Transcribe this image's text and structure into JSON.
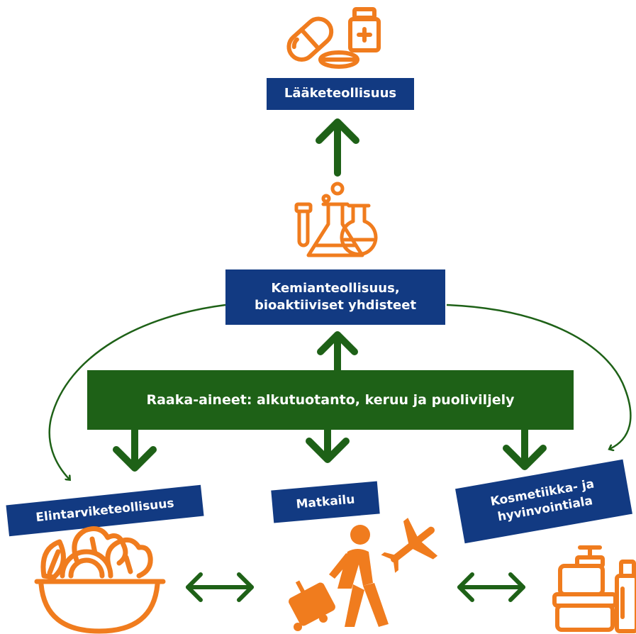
{
  "colors": {
    "navy": "#123a82",
    "green": "#1e6117",
    "orange": "#f07c1e",
    "white": "#ffffff"
  },
  "nodes": {
    "pharma": {
      "label": "Lääketeollisuus",
      "icon": "medicine-icon"
    },
    "chemical": {
      "line1": "Kemianteollisuus,",
      "line2": "bioaktiiviset yhdisteet",
      "icon": "lab-flasks-icon"
    },
    "raw_materials": {
      "label": "Raaka-aineet: alkutuotanto, keruu ja puoliviljely"
    },
    "food": {
      "label": "Elintarviketeollisuus",
      "icon": "salad-bowl-icon"
    },
    "tourism": {
      "label": "Matkailu",
      "icon": "traveler-icon"
    },
    "cosmetics": {
      "line1": "Kosmetiikka- ja",
      "line2": "hyvinvointiala",
      "icon": "cosmetics-bottles-icon"
    }
  },
  "connections": [
    {
      "from": "chemical",
      "to": "pharma",
      "type": "arrow"
    },
    {
      "from": "raw_materials",
      "to": "chemical",
      "type": "arrow"
    },
    {
      "from": "raw_materials",
      "to": "food",
      "type": "arrow"
    },
    {
      "from": "raw_materials",
      "to": "tourism",
      "type": "arrow"
    },
    {
      "from": "raw_materials",
      "to": "cosmetics",
      "type": "arrow"
    },
    {
      "from": "chemical",
      "to": "food",
      "type": "curved-arrow"
    },
    {
      "from": "chemical",
      "to": "cosmetics",
      "type": "curved-arrow"
    },
    {
      "from": "food",
      "to": "tourism",
      "type": "double-arrow"
    },
    {
      "from": "tourism",
      "to": "cosmetics",
      "type": "double-arrow"
    }
  ]
}
